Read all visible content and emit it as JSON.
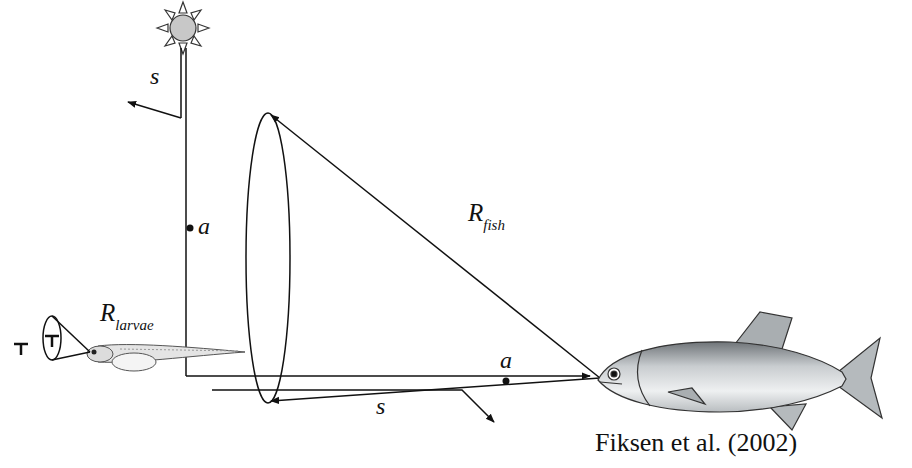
{
  "diagram": {
    "caption": "Fiksen et al. (2002)",
    "labels": [
      "s",
      "a",
      "Rlarvae",
      "a",
      "s",
      "Rfish"
    ]
  }
}
